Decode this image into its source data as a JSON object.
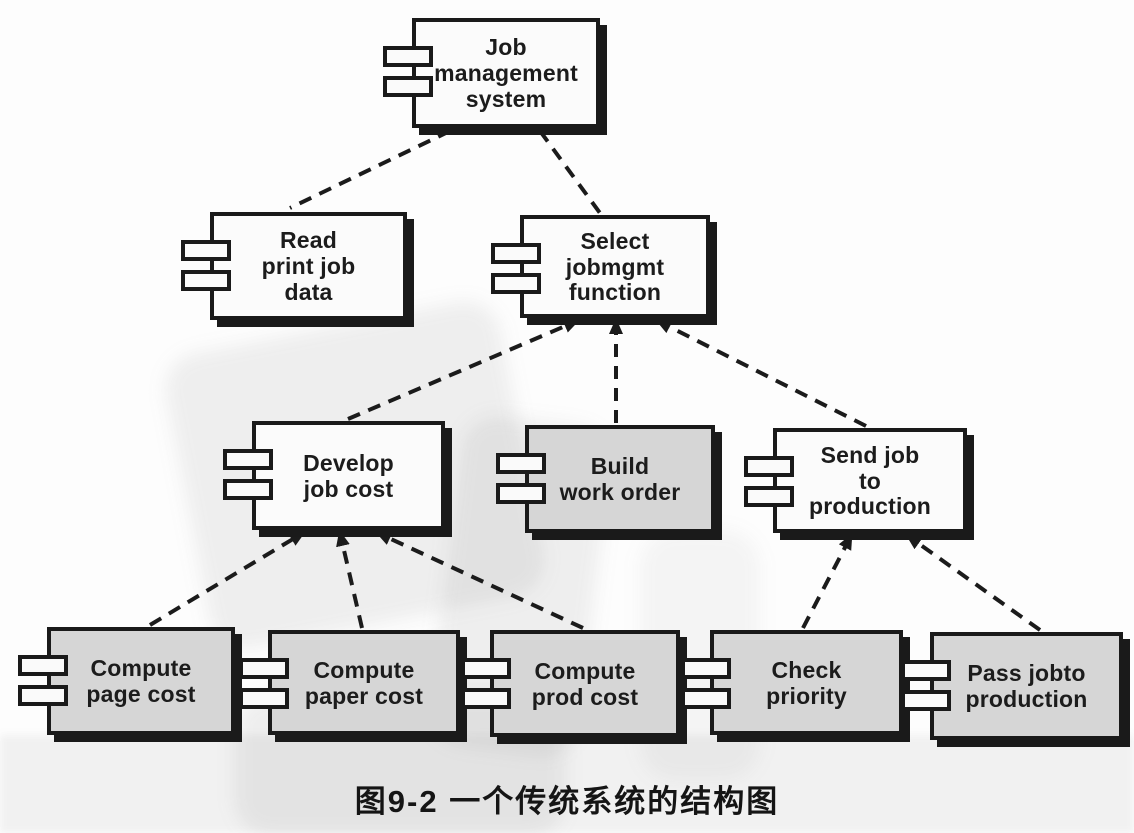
{
  "figure": {
    "caption": "图9-2  一个传统系统的结构图"
  },
  "diagram": {
    "type": "component-structure-chart",
    "notation": "UML component boxes (rectangles with two small tabs on the left edge) connected by dashed dependency lines",
    "nodes": [
      {
        "id": "job-management-system",
        "label": "Job\nmanagement\nsystem",
        "fill": "white",
        "level": 1
      },
      {
        "id": "read-print-job-data",
        "label": "Read\nprint job\ndata",
        "fill": "white",
        "level": 2
      },
      {
        "id": "select-jobmgmt-function",
        "label": "Select\njobmgmt\nfunction",
        "fill": "white",
        "level": 2
      },
      {
        "id": "develop-job-cost",
        "label": "Develop\njob cost",
        "fill": "white",
        "level": 3
      },
      {
        "id": "build-work-order",
        "label": "Build\nwork order",
        "fill": "gray",
        "level": 3
      },
      {
        "id": "send-job-to-production",
        "label": "Send job\nto\nproduction",
        "fill": "white",
        "level": 3
      },
      {
        "id": "compute-page-cost",
        "label": "Compute\npage cost",
        "fill": "gray",
        "level": 4
      },
      {
        "id": "compute-paper-cost",
        "label": "Compute\npaper cost",
        "fill": "gray",
        "level": 4
      },
      {
        "id": "compute-prod-cost",
        "label": "Compute\nprod cost",
        "fill": "gray",
        "level": 4
      },
      {
        "id": "check-priority",
        "label": "Check\npriority",
        "fill": "gray",
        "level": 4
      },
      {
        "id": "pass-job-to-production",
        "label": "Pass jobto\nproduction",
        "fill": "gray",
        "level": 4
      }
    ],
    "edges": [
      {
        "from": "job-management-system",
        "to": "read-print-job-data",
        "style": "dashed",
        "arrow": "none"
      },
      {
        "from": "job-management-system",
        "to": "select-jobmgmt-function",
        "style": "dashed",
        "arrow": "none"
      },
      {
        "from": "develop-job-cost",
        "to": "select-jobmgmt-function",
        "style": "dashed",
        "arrow": "to-parent"
      },
      {
        "from": "build-work-order",
        "to": "select-jobmgmt-function",
        "style": "dashed",
        "arrow": "to-parent"
      },
      {
        "from": "send-job-to-production",
        "to": "select-jobmgmt-function",
        "style": "dashed",
        "arrow": "to-parent"
      },
      {
        "from": "compute-page-cost",
        "to": "develop-job-cost",
        "style": "dashed",
        "arrow": "to-parent"
      },
      {
        "from": "compute-paper-cost",
        "to": "develop-job-cost",
        "style": "dashed",
        "arrow": "to-parent"
      },
      {
        "from": "compute-prod-cost",
        "to": "develop-job-cost",
        "style": "dashed",
        "arrow": "to-parent"
      },
      {
        "from": "check-priority",
        "to": "send-job-to-production",
        "style": "dashed",
        "arrow": "to-parent"
      },
      {
        "from": "pass-job-to-production",
        "to": "send-job-to-production",
        "style": "dashed",
        "arrow": "to-parent"
      }
    ],
    "colors": {
      "border": "#1a1a1a",
      "white_box_fill": "#fbfbfb",
      "gray_box_fill": "#d6d6d6",
      "line": "#1b1b1b",
      "background": "#fdfdfd"
    }
  }
}
